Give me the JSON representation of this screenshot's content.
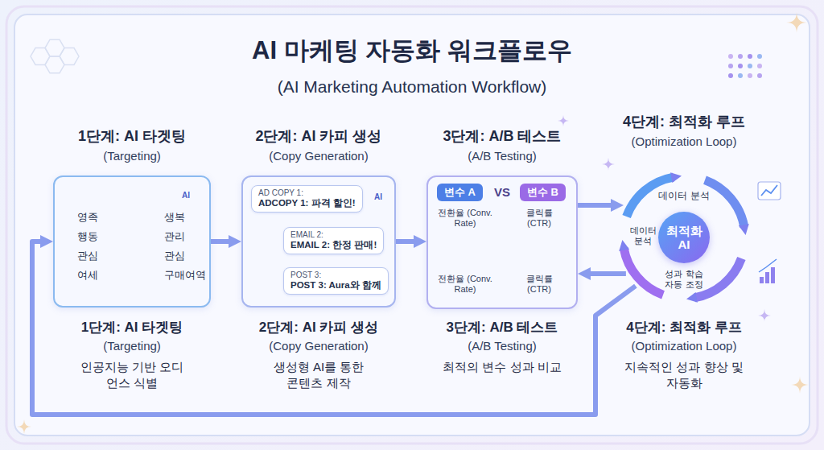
{
  "diagram": {
    "title": "AI 마케팅 자동화 워크플로우",
    "nodes": [
      {
        "text": [
          "AI",
          "영족",
          "행동",
          "관심",
          "여세",
          "생복",
          "관리",
          "관심",
          "구매여역"
        ]
      },
      {
        "text": [
          "AI"
        ]
      },
      {
        "text": [
          "AD COPY 1:",
          "ADCOPY 1: 파격 할인!"
        ],
        "in": 1
      },
      {
        "text": [
          "EMAIL 2:",
          "EMAIL 2: 한정 판매!"
        ],
        "in": 1
      },
      {
        "text": [
          "POST 3:",
          "POST 3: Aura와 함께"
        ],
        "in": 1
      },
      {
        "text": [
          "VS",
          "전환율 (Conv. Rate)",
          "클릭률 (CTR)",
          "전환율 (Conv. Rate)",
          "클릭률 (CTR)"
        ]
      },
      {
        "text": [
          "변수 A"
        ],
        "in": 5
      },
      {
        "text": [
          "변수 B"
        ],
        "in": 5
      },
      {
        "text": [
          "데이터 분석",
          "데이터 분석",
          "성과 학습 자동 조정"
        ]
      },
      {
        "text": [
          "최적화 AI"
        ],
        "in": 8
      }
    ],
    "edges": [
      {
        "from": 0,
        "to": 1,
        "arrow": "to"
      },
      {
        "from": 1,
        "to": 5,
        "arrow": "to"
      },
      {
        "from": 5,
        "to": 8,
        "arrow": "to"
      },
      {
        "from": 8,
        "to": 5,
        "arrow": "to"
      },
      {
        "from": 8,
        "to": 0,
        "arrow": "to"
      }
    ],
    "labels": [
      "(AI Marketing Automation Workflow)",
      "1단계: AI 타겟팅",
      "(Targeting)",
      "2단계: AI 카피 생성",
      "(Copy Generation)",
      "3단계: A/B 테스트",
      "(A/B Testing)",
      "4단계: 최적화 루프",
      "(Optimization Loop)",
      "1단계: AI 타겟팅",
      "(Targeting)",
      "인공지능 기반 오디언스 식별",
      "2단계: AI 카피 생성",
      "(Copy Generation)",
      "생성형 AI를 통한 콘텐츠 제작",
      "3단계: A/B 테스트",
      "(A/B Testing)",
      "최적의 변수 성과 비교",
      "4단계: 최적화 루프",
      "(Optimization Loop)",
      "지속적인 성과 향상 및 자동화"
    ]
  }
}
